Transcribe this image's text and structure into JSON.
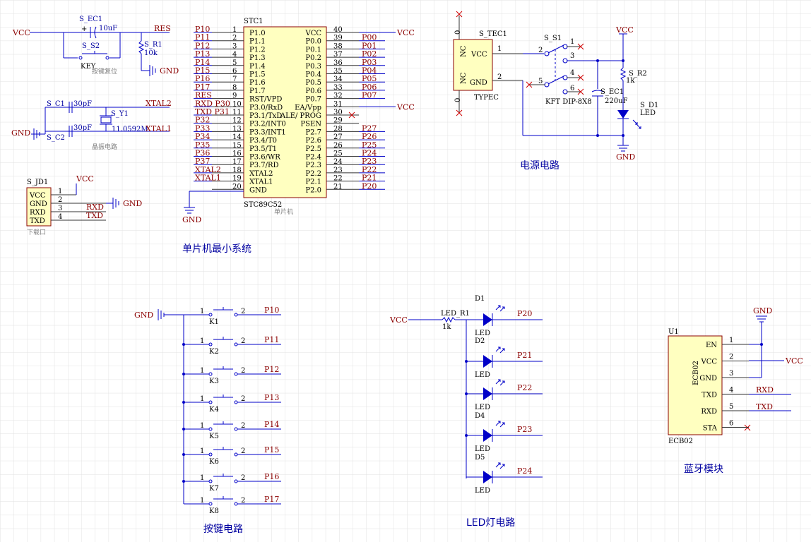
{
  "sections": {
    "mcu_title": "单片机最小系统",
    "power_title": "电源电路",
    "key_title": "按键电路",
    "led_title": "LED灯电路",
    "bt_title": "蓝牙模块"
  },
  "reset": {
    "cap_ref": "S_EC1",
    "cap_val": "10uF",
    "key_ref": "S_S2",
    "key_val": "KEY",
    "res_ref": "S_R1",
    "res_val": "10k",
    "net_vcc": "VCC",
    "net_res": "RES",
    "net_gnd": "GND",
    "caption": "按键复位"
  },
  "crystal": {
    "c1_ref": "S_C1",
    "c1_val": "30pF",
    "c2_ref": "S_C2",
    "c2_val": "30pF",
    "y_ref": "S_Y1",
    "y_val": "11.0592M",
    "net_x2": "XTAL2",
    "net_x1": "XTAL1",
    "net_gnd": "GND",
    "caption": "晶振电路"
  },
  "download": {
    "ref": "S_JD1",
    "caption": "下载口",
    "pins": [
      "VCC",
      "GND",
      "RXD",
      "TXD"
    ],
    "nums": [
      "1",
      "2",
      "3",
      "4"
    ],
    "net_vcc": "VCC",
    "net_gnd": "GND",
    "net_rxd": "RXD",
    "net_txd": "TXD"
  },
  "mcu": {
    "ref": "STC1",
    "part": "STC89C52",
    "caption": "单片机",
    "left_pins": [
      {
        "num": "1",
        "name": "P1.0",
        "net": "P10"
      },
      {
        "num": "2",
        "name": "P1.1",
        "net": "P11"
      },
      {
        "num": "3",
        "name": "P1.2",
        "net": "P12"
      },
      {
        "num": "4",
        "name": "P1.3",
        "net": "P13"
      },
      {
        "num": "5",
        "name": "P1.4",
        "net": "P14"
      },
      {
        "num": "6",
        "name": "P1.5",
        "net": "P15"
      },
      {
        "num": "7",
        "name": "P1.6",
        "net": "P16"
      },
      {
        "num": "8",
        "name": "P1.7",
        "net": "P17"
      },
      {
        "num": "9",
        "name": "RST/VPD",
        "net": "RES"
      },
      {
        "num": "10",
        "name": "P3.0/RxD",
        "net": "RXD P30"
      },
      {
        "num": "11",
        "name": "P3.1/TxD",
        "net": "TXD P31"
      },
      {
        "num": "12",
        "name": "P3.2/INT0",
        "net": "P32"
      },
      {
        "num": "13",
        "name": "P3.3/INT1",
        "net": "P33"
      },
      {
        "num": "14",
        "name": "P3.4/T0",
        "net": "P34"
      },
      {
        "num": "15",
        "name": "P3.5/T1",
        "net": "P35"
      },
      {
        "num": "16",
        "name": "P3.6/WR",
        "net": "P36"
      },
      {
        "num": "17",
        "name": "P3.7/RD",
        "net": "P37"
      },
      {
        "num": "18",
        "name": "XTAL2",
        "net": "XTAL2"
      },
      {
        "num": "19",
        "name": "XTAL1",
        "net": "XTAL1"
      },
      {
        "num": "20",
        "name": "GND",
        "net": ""
      }
    ],
    "right_pins": [
      {
        "num": "40",
        "name": "VCC",
        "net": "VCC"
      },
      {
        "num": "39",
        "name": "P0.0",
        "net": "P00"
      },
      {
        "num": "38",
        "name": "P0.1",
        "net": "P01"
      },
      {
        "num": "37",
        "name": "P0.2",
        "net": "P02"
      },
      {
        "num": "36",
        "name": "P0.3",
        "net": "P03"
      },
      {
        "num": "35",
        "name": "P0.4",
        "net": "P04"
      },
      {
        "num": "34",
        "name": "P0.5",
        "net": "P05"
      },
      {
        "num": "33",
        "name": "P0.6",
        "net": "P06"
      },
      {
        "num": "32",
        "name": "P0.7",
        "net": "P07"
      },
      {
        "num": "31",
        "name": "EA/Vpp",
        "net": "VCC"
      },
      {
        "num": "30",
        "name": "ALE/ PROG",
        "net": ""
      },
      {
        "num": "29",
        "name": "PSEN",
        "net": ""
      },
      {
        "num": "28",
        "name": "P2.7",
        "net": "P27"
      },
      {
        "num": "27",
        "name": "P2.6",
        "net": "P26"
      },
      {
        "num": "26",
        "name": "P2.5",
        "net": "P25"
      },
      {
        "num": "25",
        "name": "P2.4",
        "net": "P24"
      },
      {
        "num": "24",
        "name": "P2.3",
        "net": "P23"
      },
      {
        "num": "23",
        "name": "P2.2",
        "net": "P22"
      },
      {
        "num": "22",
        "name": "P2.1",
        "net": "P21"
      },
      {
        "num": "21",
        "name": "P2.0",
        "net": "P20"
      }
    ],
    "net_gnd": "GND"
  },
  "power": {
    "usb_ref": "S_TEC1",
    "usb_part": "TYPEC",
    "usb_pins": [
      "VCC",
      "GND"
    ],
    "usb_nums": [
      "1",
      "2"
    ],
    "usb_nc": [
      "NC",
      "NC"
    ],
    "usb_zero": [
      "0",
      "0"
    ],
    "sw_ref": "S_S1",
    "sw_part": "KFT DIP-8X8",
    "sw_nums": [
      "1",
      "2",
      "3",
      "4",
      "5",
      "6"
    ],
    "cap_ref": "S_EC1",
    "cap_val": "220uF",
    "res_ref": "S_R2",
    "res_val": "1k",
    "led_ref": "S_D1",
    "led_val": "LED",
    "net_vcc": "VCC",
    "net_gnd": "GND"
  },
  "keys": {
    "net_gnd": "GND",
    "items": [
      {
        "ref": "K1",
        "net": "P10"
      },
      {
        "ref": "K2",
        "net": "P11"
      },
      {
        "ref": "K3",
        "net": "P12"
      },
      {
        "ref": "K4",
        "net": "P13"
      },
      {
        "ref": "K5",
        "net": "P14"
      },
      {
        "ref": "K6",
        "net": "P15"
      },
      {
        "ref": "K7",
        "net": "P16"
      },
      {
        "ref": "K8",
        "net": "P17"
      }
    ],
    "pin1": "1",
    "pin2": "2"
  },
  "leds": {
    "net_vcc": "VCC",
    "res_ref": "LED_R1",
    "res_val": "1k",
    "items": [
      {
        "ref": "D1",
        "val": "LED",
        "net": "P20"
      },
      {
        "ref": "D2",
        "val": "LED",
        "net": "P21"
      },
      {
        "ref": "",
        "val": "LED",
        "net": "P22"
      },
      {
        "ref": "D4",
        "val": "LED",
        "net": "P23"
      },
      {
        "ref": "D5",
        "val": "LED",
        "net": "P24"
      }
    ]
  },
  "bluetooth": {
    "ref": "U1",
    "part": "ECB02",
    "body_label": "ECB02",
    "pins": [
      {
        "num": "1",
        "name": "EN"
      },
      {
        "num": "2",
        "name": "VCC"
      },
      {
        "num": "3",
        "name": "GND"
      },
      {
        "num": "4",
        "name": "TXD"
      },
      {
        "num": "5",
        "name": "RXD"
      },
      {
        "num": "6",
        "name": "STA"
      }
    ],
    "net_gnd": "GND",
    "net_vcc": "VCC",
    "net_rxd": "RXD",
    "net_txd": "TXD"
  }
}
